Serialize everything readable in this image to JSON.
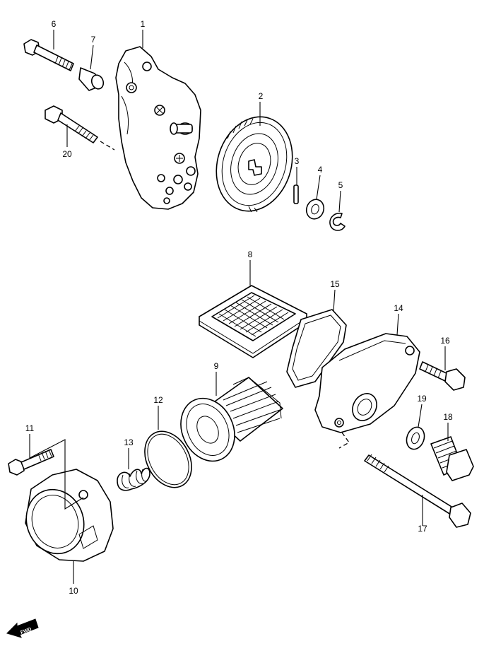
{
  "callouts": [
    {
      "id": "1",
      "label": "1"
    },
    {
      "id": "2",
      "label": "2"
    },
    {
      "id": "3",
      "label": "3"
    },
    {
      "id": "4",
      "label": "4"
    },
    {
      "id": "5",
      "label": "5"
    },
    {
      "id": "6",
      "label": "6"
    },
    {
      "id": "7",
      "label": "7"
    },
    {
      "id": "8",
      "label": "8"
    },
    {
      "id": "9",
      "label": "9"
    },
    {
      "id": "10",
      "label": "10"
    },
    {
      "id": "11",
      "label": "11"
    },
    {
      "id": "12",
      "label": "12"
    },
    {
      "id": "13",
      "label": "13"
    },
    {
      "id": "14",
      "label": "14"
    },
    {
      "id": "15",
      "label": "15"
    },
    {
      "id": "16",
      "label": "16"
    },
    {
      "id": "17",
      "label": "17"
    },
    {
      "id": "18",
      "label": "18"
    },
    {
      "id": "19",
      "label": "19"
    },
    {
      "id": "20",
      "label": "20"
    }
  ],
  "direction_indicator": {
    "label": "FWD",
    "icon": "fwd-arrow-icon"
  }
}
